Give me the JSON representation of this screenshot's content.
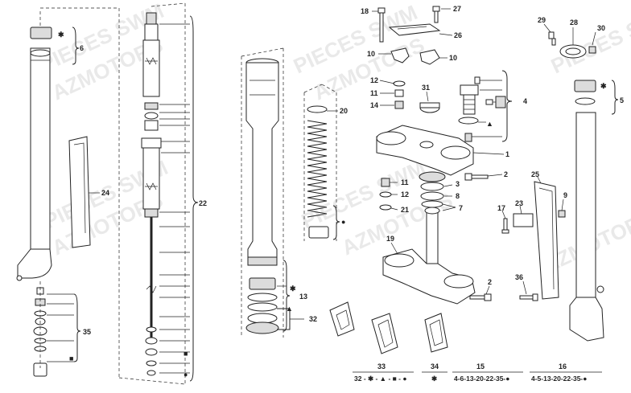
{
  "watermark": {
    "line1": "PIECES SWM",
    "line2": "AZMOTORS"
  },
  "callouts": {
    "c1": "1",
    "c2": "2",
    "c2b": "2",
    "c3": "3",
    "c4": "4",
    "c5": "5",
    "c6": "6",
    "c7": "7",
    "c8": "8",
    "c9": "9",
    "c10a": "10",
    "c10b": "10",
    "c11a": "11",
    "c11b": "11",
    "c12a": "12",
    "c12b": "12",
    "c13": "13",
    "c14": "14",
    "c17": "17",
    "c18": "18",
    "c19": "19",
    "c20": "20",
    "c21": "21",
    "c22": "22",
    "c23": "23",
    "c24": "24",
    "c25": "25",
    "c26": "26",
    "c27": "27",
    "c28": "28",
    "c29": "29",
    "c30": "30",
    "c31": "31",
    "c32": "32",
    "c35": "35",
    "c36": "36"
  },
  "kits": {
    "k33": {
      "number": "33",
      "contents": "32 - ✱ - ▲ - ■ - ●"
    },
    "k34": {
      "number": "34",
      "contents": "✱"
    },
    "k15": {
      "number": "15",
      "contents": "4-6-13-20-22-35-●"
    },
    "k16": {
      "number": "16",
      "contents": "4-5-13-20-22-35-●"
    }
  },
  "symbols": {
    "star": "✱",
    "circle": "●",
    "square": "■",
    "triangle": "▲"
  }
}
